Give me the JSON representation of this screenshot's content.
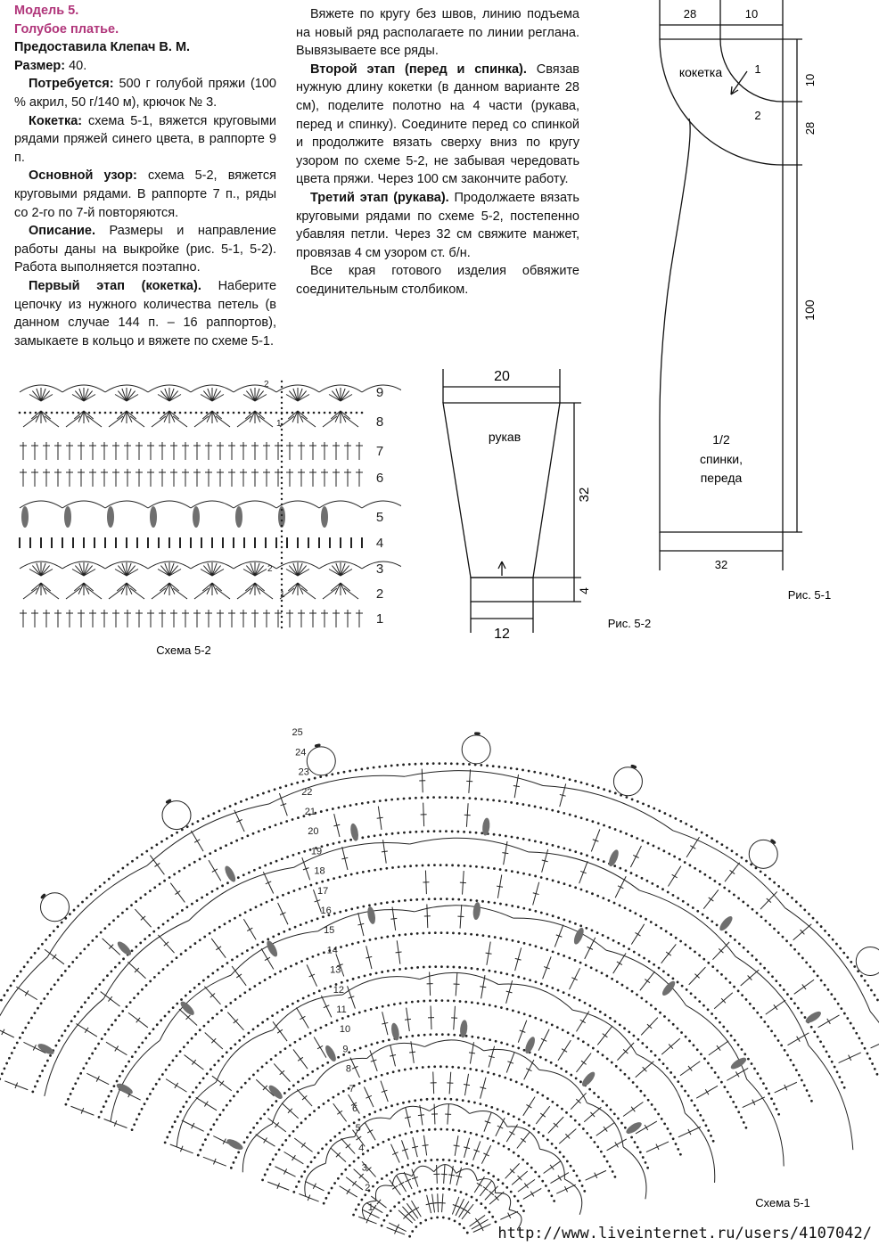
{
  "article": {
    "model": "Модель 5.",
    "title": "Голубое платье.",
    "author": "Предоставила Клепач В. М.",
    "size_label": "Размер:",
    "size_value": "40.",
    "req_label": "Потребуется:",
    "req_text": "500 г голубой пряжи (100 % акрил, 50 г/140 м), крючок № 3.",
    "yoke_label": "Кокетка:",
    "yoke_text": "схема 5-1, вяжется круговыми рядами пряжей синего цвета, в раппорте 9 п.",
    "main_label": "Основной узор:",
    "main_text": "схема 5-2, вяжется круговыми рядами. В раппорте 7 п., ряды со 2-го по 7-й повторяются.",
    "desc_label": "Описание.",
    "desc_text": "Размеры и направление работы даны на выкройке (рис. 5-1, 5-2). Работа выполняется поэтапно.",
    "stage1_label": "Первый этап (кокетка).",
    "stage1_text": "Наберите цепочку из нужного количества петель (в данном случае 144 п. – 16 раппортов), замыкаете в кольцо и вяжете по схеме 5-1.",
    "col2_p1": "Вяжете по кругу без швов, линию подъема на новый ряд располагаете по линии реглана. Вывязываете все ряды.",
    "stage2_label": "Второй этап (перед и спинка).",
    "stage2_text": "Связав нужную длину кокетки (в данном варианте 28 см), поделите полотно на 4 части (рукава, перед и спинку). Соедините перед со спинкой и продолжите вязать сверху вниз по кругу узором по схеме 5-2, не забывая чередовать цвета пряжи. Через 100 см закончите работу.",
    "stage3_label": "Третий этап (рукава).",
    "stage3_text": "Продолжаете вязать круговыми рядами по схеме 5-2, постепенно убавляя петли. Через 32 см свяжите манжет, провязав 4 см узором ст. б/н.",
    "col2_p4": "Все края готового изделия обвяжите соединительным столбиком."
  },
  "scheme52": {
    "caption": "Схема 5-2",
    "rows": [
      "9",
      "8",
      "7",
      "6",
      "5",
      "4",
      "3",
      "2",
      "1"
    ],
    "small_marks": [
      "2",
      "1",
      "2",
      "1"
    ]
  },
  "fig52": {
    "caption": "Рис. 5-2",
    "label": "рукав",
    "top": "20",
    "height": "32",
    "cuff": "4",
    "bottom": "12"
  },
  "fig51": {
    "caption": "Рис. 5-1",
    "top_left": "28",
    "top_right": "10",
    "yoke_label": "кокетка",
    "zone1": "1",
    "zone2": "2",
    "side_10": "10",
    "side_28": "28",
    "side_100": "100",
    "bottom": "32",
    "body_label_1": "1/2",
    "body_label_2": "спинки,",
    "body_label_3": "переда"
  },
  "scheme51": {
    "caption": "Схема 5-1",
    "row_numbers": [
      "25",
      "24",
      "23",
      "22",
      "21",
      "20",
      "19",
      "18",
      "17",
      "16",
      "15",
      "14",
      "13",
      "12",
      "11",
      "10",
      "9",
      "8",
      "7",
      "6",
      "5",
      "4",
      "3",
      "2",
      "1"
    ]
  },
  "watermark": "http://www.liveinternet.ru/users/4107042/",
  "colors": {
    "accent": "#b0357a",
    "ink": "#111111",
    "stitch": "#222222",
    "bead": "#6f6f6f"
  }
}
